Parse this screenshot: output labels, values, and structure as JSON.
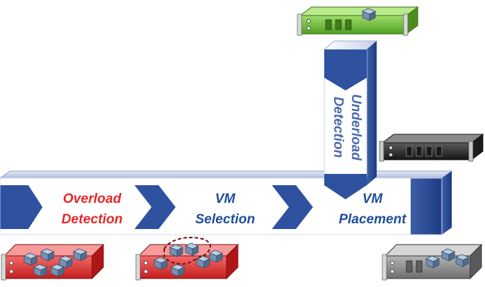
{
  "stages": [
    {
      "id": "overload",
      "line1": "Overload",
      "line2": "Detection",
      "color": "#e8262a"
    },
    {
      "id": "selection",
      "line1": "VM",
      "line2": "Selection",
      "color": "#1f4e9a"
    },
    {
      "id": "placement",
      "line1": "VM",
      "line2": "Placement",
      "color": "#1f4e9a"
    }
  ],
  "vertical_stage": {
    "line1": "Underload",
    "line2": "Detection",
    "color": "#4a68ad"
  },
  "colors": {
    "pipe_face": "#ffffff",
    "pipe_edge": "#2d4f99",
    "pipe_top": "#c9d3ea",
    "server_overloaded": "#e03030",
    "server_underloaded": "#6fbf3a",
    "server_dark": "#2b2b2b",
    "server_gray": "#8a8a8a",
    "vm": "#7a93b3"
  }
}
